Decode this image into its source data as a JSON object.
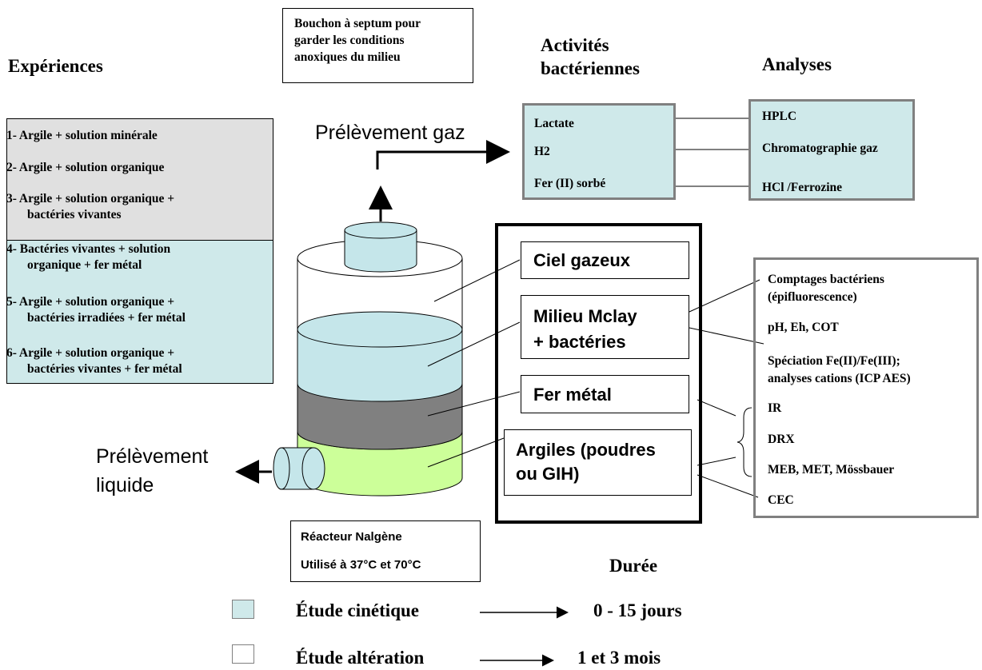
{
  "headers": {
    "experiences": "Expériences",
    "activites_line1": "Activités",
    "activites_line2": "bactériennes",
    "analyses": "Analyses",
    "duree": "Durée"
  },
  "septum_note": {
    "line1": "Bouchon à septum pour",
    "line2": "garder les conditions",
    "line3": "anoxiques du milieu"
  },
  "experiments": {
    "e1": "1- Argile + solution minérale",
    "e2": "2- Argile + solution organique",
    "e3a": "3- Argile + solution organique +",
    "e3b": "bactéries vivantes",
    "e4a": "4- Bactéries vivantes + solution",
    "e4b": "organique + fer métal",
    "e5a": "5- Argile + solution organique +",
    "e5b": "bactéries irradiées + fer métal",
    "e6a": "6- Argile + solution organique +",
    "e6b": "bactéries vivantes + fer métal"
  },
  "bacterial_activities": [
    "Lactate",
    "H2",
    "Fer (II) sorbé"
  ],
  "activity_analyses": [
    "HPLC",
    "Chromatographie gaz",
    "HCl /Ferrozine"
  ],
  "sampling": {
    "gas": "Prélèvement gaz",
    "liquid_line1": "Prélèvement",
    "liquid_line2": "liquide"
  },
  "reactor_layers": {
    "gas": "Ciel gazeux",
    "milieu_line1": "Milieu Mclay",
    "milieu_line2": "+ bactéries",
    "iron": "Fer métal",
    "clay_line1": "Argiles (poudres",
    "clay_line2": "ou GIH)"
  },
  "solid_analyses": {
    "a1_line1": "Comptages bactériens",
    "a1_line2": "(épifluorescence)",
    "a2": "pH, Eh, COT",
    "a3_line1": "Spéciation Fe(II)/Fe(III);",
    "a3_line2": "analyses cations (ICP AES)",
    "a4": "IR",
    "a5": "DRX",
    "a6": "MEB, MET, Mössbauer",
    "a7": "CEC"
  },
  "reactor_info": {
    "line1": "Réacteur Nalgène",
    "line2": "Utilisé à 37°C et 70°C"
  },
  "legend": [
    {
      "label": "Étude cinétique",
      "duration": "0 - 15 jours",
      "color": "#cfe9ea"
    },
    {
      "label": "Étude altération",
      "duration": "1 et 3 mois",
      "color": "#ffffff"
    }
  ],
  "colors": {
    "cyan": "#cfe9ea",
    "gray_box": "#e0e0e0",
    "liquid": "#c5e6ea",
    "iron_layer": "#808080",
    "clay_layer": "#ccff99"
  }
}
